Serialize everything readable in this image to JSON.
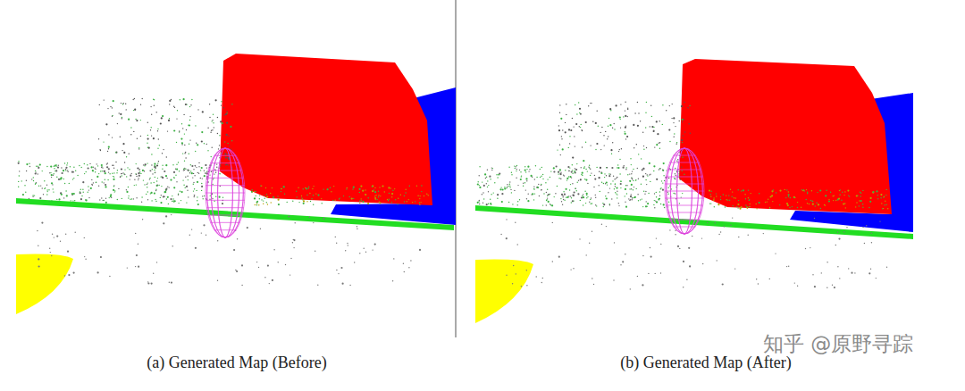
{
  "diagram": {
    "labels": [
      "(a) Generated Map (Before)",
      "(b) Generated Map (After)",
      "知乎 @原野寻踪"
    ]
  }
}
